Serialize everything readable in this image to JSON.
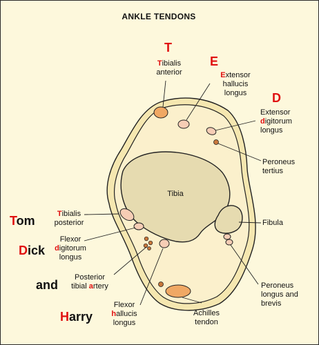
{
  "title": "ANKLE TENDONS",
  "mnemonic_right": {
    "t": "T",
    "e": "E",
    "d": "D"
  },
  "mnemonic_left": {
    "tom_first": "T",
    "tom_rest": "om",
    "dick_first": "D",
    "dick_rest": "ick",
    "and": "and",
    "harry_first": "H",
    "harry_rest": "arry"
  },
  "labels": {
    "tibialis_anterior": {
      "hl": "T",
      "l1": "ibialis",
      "l2": "anterior"
    },
    "extensor_hallucis_longus": {
      "hl": "E",
      "l1": "xtensor",
      "l2": "hallucis",
      "l3": "longus"
    },
    "extensor_digitorum_longus": {
      "l1": "Extensor",
      "pre": "",
      "hl": "d",
      "l2": "igitorum",
      "l3": "longus"
    },
    "peroneus_tertius": {
      "l1": "Peroneus",
      "l2": "tertius"
    },
    "tibia": "Tibia",
    "fibula": "Fibula",
    "peroneus_longus_brevis": {
      "l1": "Peroneus",
      "l2": "longus and",
      "l3": "brevis"
    },
    "achilles_tendon": {
      "l1": "Achilles",
      "l2": "tendon"
    },
    "tibialis_posterior": {
      "hl": "T",
      "l1": "ibialis",
      "l2": "posterior"
    },
    "flexor_digitorum_longus": {
      "l1": "Flexor",
      "hl": "d",
      "l2": "igitorum",
      "l3": "longus"
    },
    "posterior_tibial_artery": {
      "l1": "Posterior",
      "pre": "tibial ",
      "hl": "a",
      "post": "rtery"
    },
    "flexor_hallucis_longus": {
      "l1": "Flexor",
      "hl": "h",
      "l2": "allucis",
      "l3": "longus"
    }
  },
  "colors": {
    "background": "#fdf8dc",
    "ankle_outer": "#f5e7b0",
    "ankle_inner": "#fbf0cc",
    "bone": "#e6dbb0",
    "tendon_orange": "#f0a864",
    "tendon_pink": "#f6cdb5",
    "tendon_small": "#c8773a",
    "mnemonic_red": "#e01010"
  }
}
